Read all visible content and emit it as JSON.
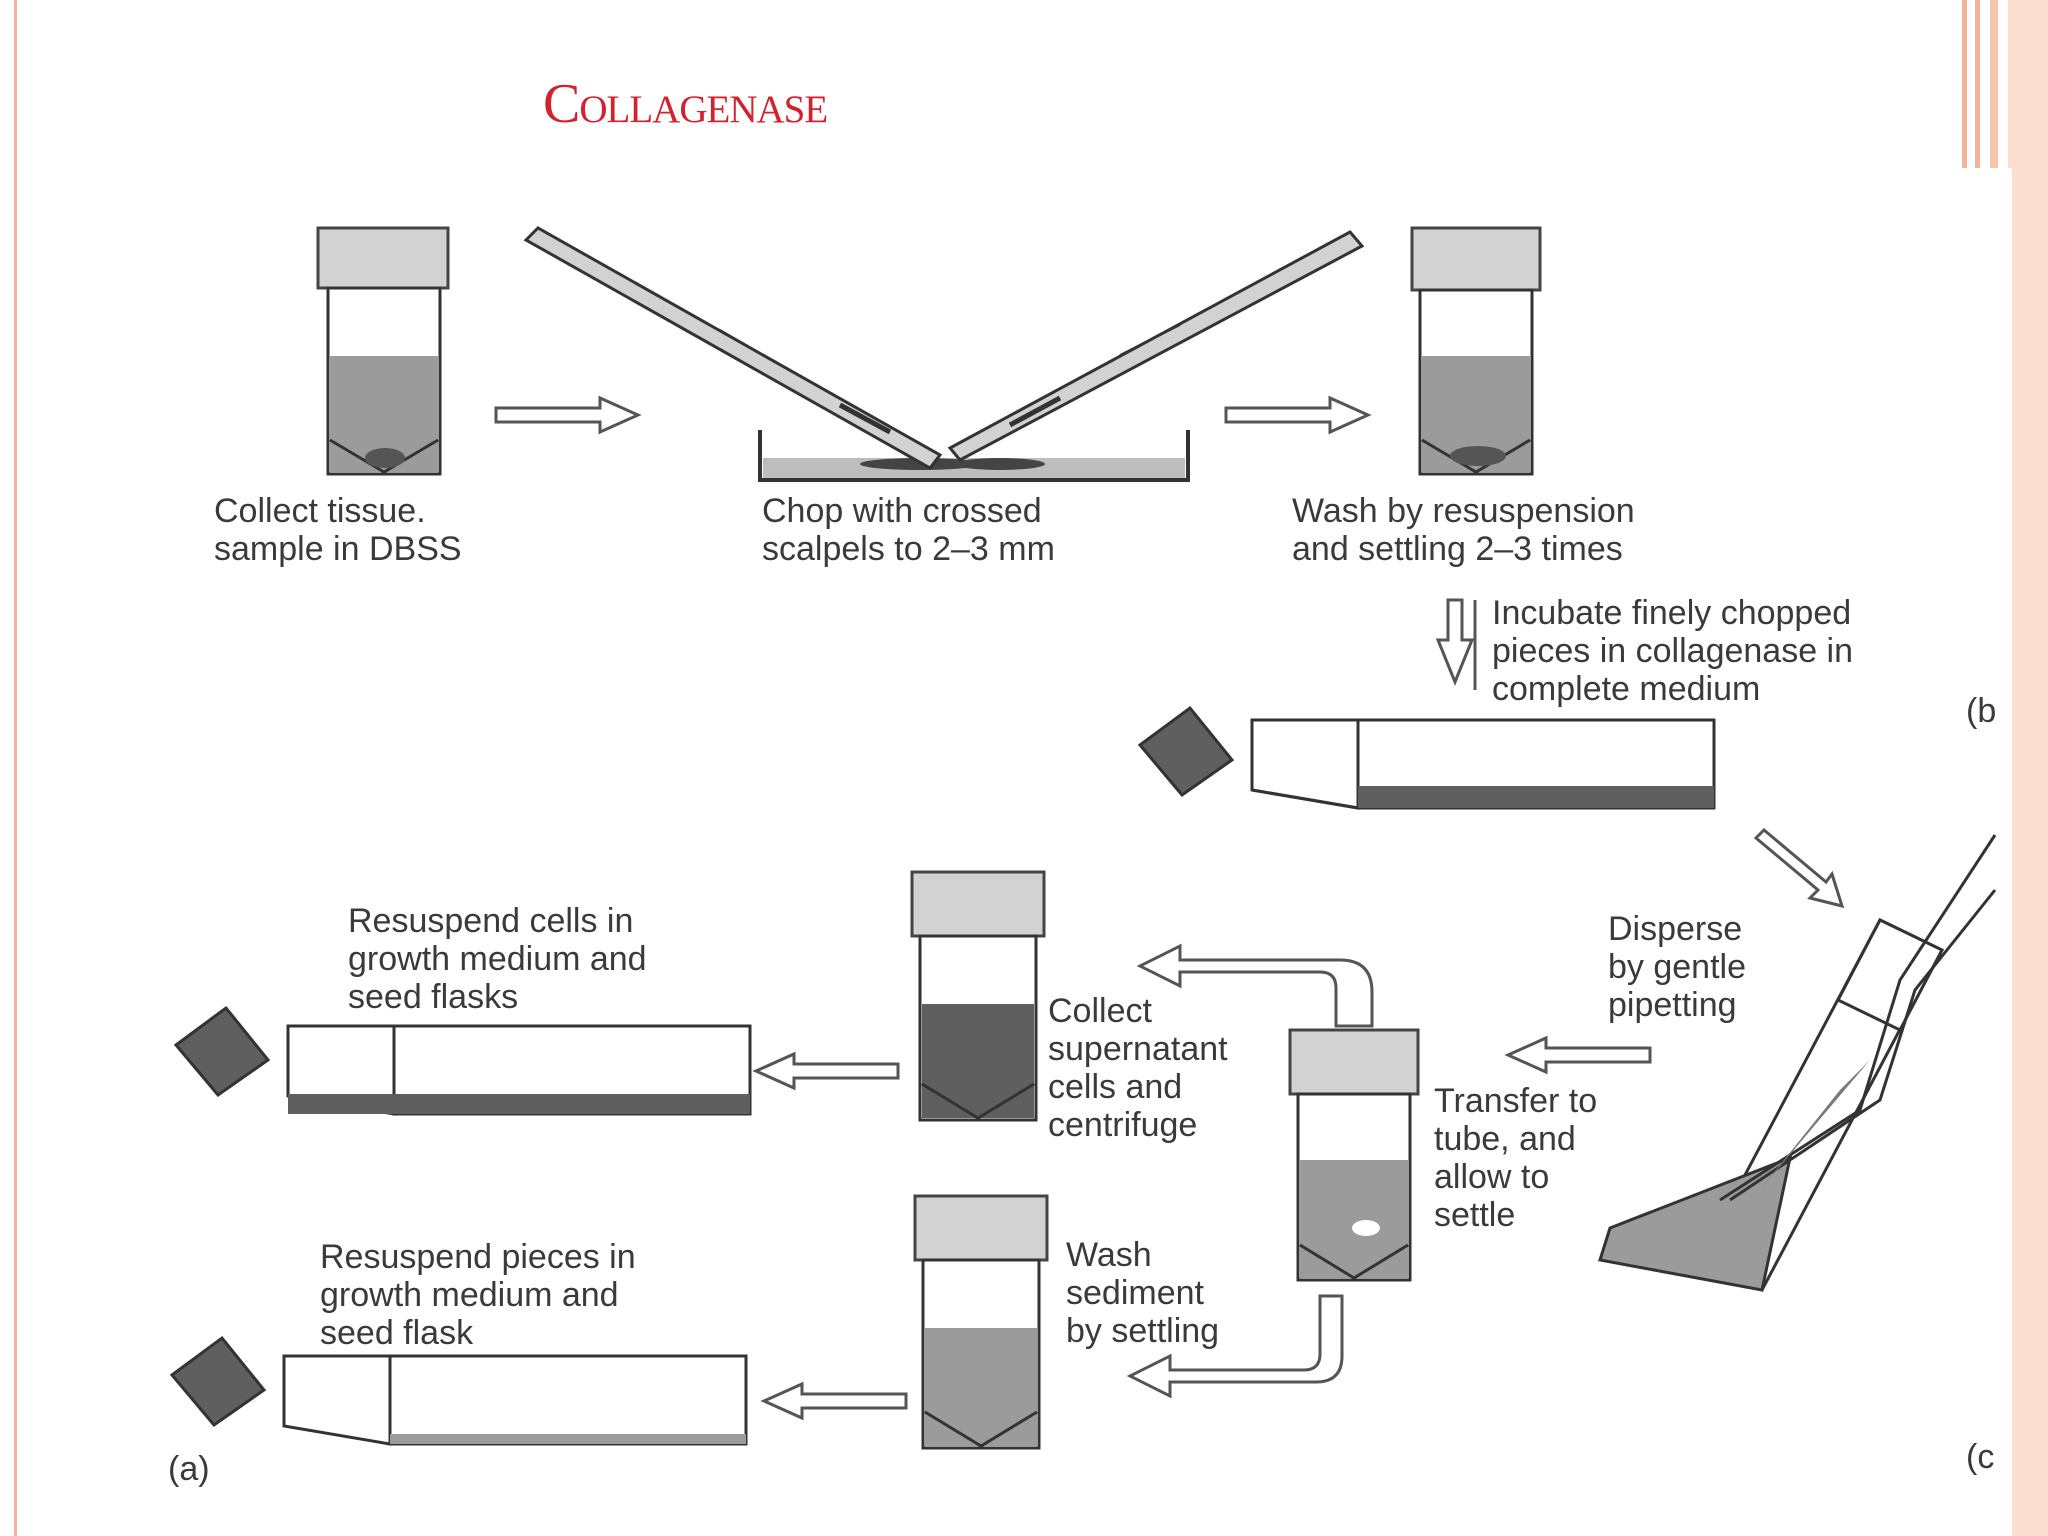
{
  "title": "Collagenase",
  "colors": {
    "title": "#d3212d",
    "frame": "#f4b49c",
    "medium": "#9b9b9b",
    "dark_medium": "#5f5f5f"
  },
  "labels": {
    "collect": "Collect tissue.\nsample in DBSS",
    "chop": "Chop with crossed\nscalpels to 2–3 mm",
    "wash": "Wash by resuspension\nand settling 2–3 times",
    "incubate": "Incubate finely chopped\npieces in collagenase in\ncomplete medium",
    "disperse": "Disperse\nby gentle\npipetting",
    "transfer": "Transfer to\ntube, and\nallow to\nsettle",
    "collect_supernatant": "Collect\nsupernatant\ncells and\ncentrifuge",
    "resuspend_cells": "Resuspend cells in\ngrowth medium and\nseed flasks",
    "wash_sediment": "Wash\nsediment\nby settling",
    "resuspend_pieces": "Resuspend pieces in\ngrowth medium and\nseed flask",
    "panel_a": "(a)",
    "panel_b": "(b",
    "panel_c": "(c"
  }
}
